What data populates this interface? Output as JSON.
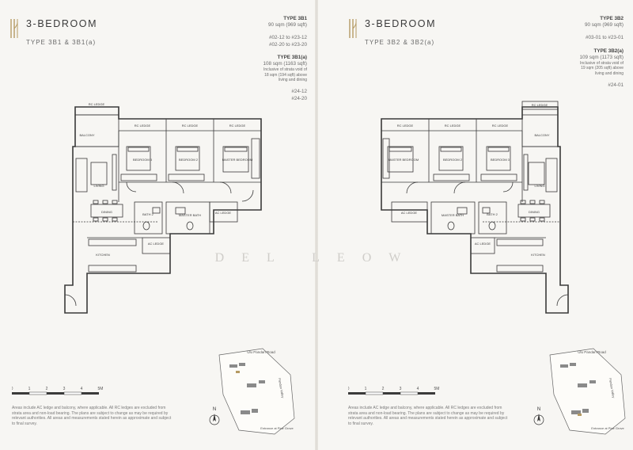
{
  "watermark": "DEL LEOW",
  "colors": {
    "background": "#f7f6f3",
    "gold": "#b59a63",
    "line": "#3a3a3a"
  },
  "pages": [
    {
      "title": "3-BEDROOM",
      "subtitle": "TYPE 3B1 & 3B1(a)",
      "type_a": {
        "name": "TYPE 3B1",
        "area": "90 sqm (969 sqft)",
        "units": [
          "#02-12 to #23-12",
          "#02-20 to #23-20"
        ]
      },
      "type_b": {
        "name": "TYPE 3B1(a)",
        "area": "108 sqm (1163 sqft)",
        "note": [
          "Inclusive of strata void of",
          "18 sqm (194 sqft) above",
          "living and dining"
        ],
        "units": [
          "#24-12",
          "#24-20"
        ]
      },
      "rooms": {
        "rc_ledge_top": "RC LEDGE",
        "balcony": "BALCONY",
        "rc_ledge_1": "RC LEDGE",
        "rc_ledge_2": "RC LEDGE",
        "rc_ledge_3": "RC LEDGE",
        "bedroom_a": "BEDROOM 3",
        "bedroom_b": "BEDROOM 2",
        "bedroom_c": "MASTER BEDROOM",
        "living": "LIVING",
        "dining": "DINING",
        "bath": "BATH 2",
        "master_bath": "MASTER BATH",
        "ac_ledge_1": "AC LEDGE",
        "ac_ledge_2": "AC LEDGE",
        "kitchen": "KITCHEN"
      },
      "disclaimer": "Areas include AC ledge and balcony, where applicable. All RC ledges are excluded from strata area and non-load bearing. The plans are subject to change as may be required by relevant authorities. All areas and measurements stated herein as approximate and subject to final survey.",
      "scale": {
        "labels": [
          "0",
          "1",
          "2",
          "3",
          "4",
          "5M"
        ]
      },
      "north": "N",
      "site": {
        "road_top": "Ulu Pandan Road",
        "road_side": "Pandan Valley",
        "entrance": "Entrance at Pine Grove"
      }
    },
    {
      "title": "3-BEDROOM",
      "subtitle": "TYPE 3B2 & 3B2(a)",
      "type_a": {
        "name": "TYPE 3B2",
        "area": "90 sqm (969 sqft)",
        "units": [
          "#03-01 to #23-01"
        ]
      },
      "type_b": {
        "name": "TYPE 3B2(a)",
        "area": "109 sqm (1173 sqft)",
        "note": [
          "Inclusive of strata void of",
          "19 sqm (205 sqft) above",
          "living and dining"
        ],
        "units": [
          "#24-01"
        ]
      },
      "rooms": {
        "rc_ledge_top": "RC LEDGE",
        "balcony": "BALCONY",
        "rc_ledge_1": "RC LEDGE",
        "rc_ledge_2": "RC LEDGE",
        "rc_ledge_3": "RC LEDGE",
        "bedroom_a": "MASTER BEDROOM",
        "bedroom_b": "BEDROOM 2",
        "bedroom_c": "BEDROOM 3",
        "living": "LIVING",
        "dining": "DINING",
        "bath": "BATH 2",
        "master_bath": "MASTER BATH",
        "ac_ledge_1": "AC LEDGE",
        "ac_ledge_2": "AC LEDGE",
        "kitchen": "KITCHEN"
      },
      "disclaimer": "Areas include AC ledge and balcony, where applicable. All RC ledges are excluded from strata area and non-load bearing. The plans are subject to change as may be required by relevant authorities. All areas and measurements stated herein as approximate and subject to final survey.",
      "scale": {
        "labels": [
          "0",
          "1",
          "2",
          "3",
          "4",
          "5M"
        ]
      },
      "north": "N",
      "site": {
        "road_top": "Ulu Pandan Road",
        "road_side": "Pandan Valley",
        "entrance": "Entrance at Pine Grove"
      }
    }
  ]
}
